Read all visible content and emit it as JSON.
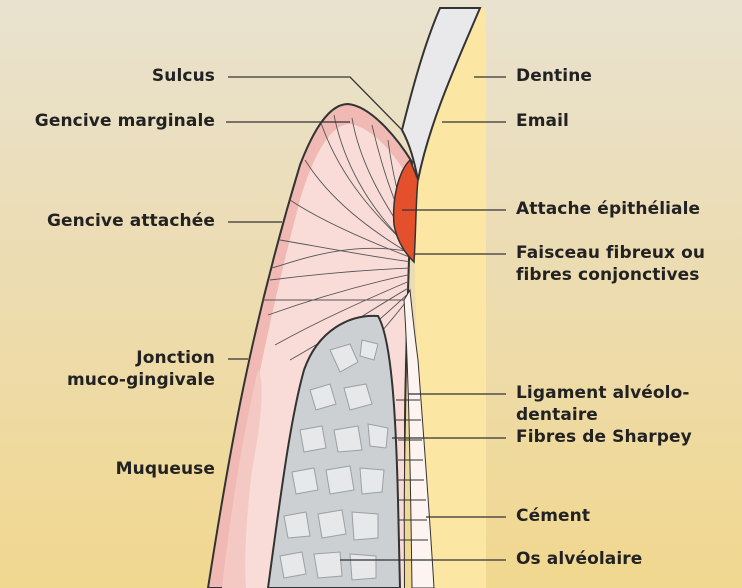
{
  "labels_left": [
    {
      "id": "sulcus",
      "text": "Sulcus"
    },
    {
      "id": "gencive-marginale",
      "text": "Gencive marginale"
    },
    {
      "id": "gencive-attachee",
      "text": "Gencive attachée"
    },
    {
      "id": "jonction-1",
      "text": "Jonction"
    },
    {
      "id": "jonction-2",
      "text": "muco-gingivale"
    },
    {
      "id": "muqueuse",
      "text": "Muqueuse"
    }
  ],
  "labels_right": [
    {
      "id": "dentine",
      "text": "Dentine"
    },
    {
      "id": "email",
      "text": "Email"
    },
    {
      "id": "attache-epitheliale",
      "text": "Attache épithéliale"
    },
    {
      "id": "faisceau-1",
      "text": "Faisceau fibreux ou"
    },
    {
      "id": "faisceau-2",
      "text": "fibres conjonctives"
    },
    {
      "id": "ligament-1",
      "text": "Ligament alvéolo-"
    },
    {
      "id": "ligament-2",
      "text": "dentaire"
    },
    {
      "id": "sharpey",
      "text": "Fibres de Sharpey"
    },
    {
      "id": "cement",
      "text": "Cément"
    },
    {
      "id": "os-alveolaire",
      "text": "Os alvéolaire"
    }
  ],
  "colors": {
    "background_top": "#e9e2cf",
    "background_bottom": "#f1d88f",
    "gingiva": "#f1b9b4",
    "gingiva_inner": "#f9dcd7",
    "attachment": "#e4502b",
    "dentin": "#fbe6a3",
    "enamel": "#e9e9ec",
    "bone": "#cdd0d3",
    "cementum": "#fdf3f1",
    "outline": "#333333"
  }
}
